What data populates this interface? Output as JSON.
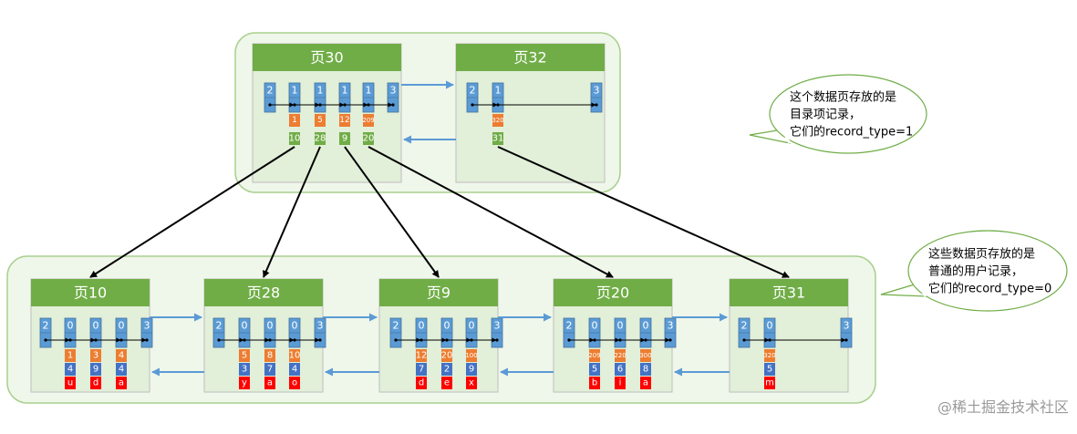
{
  "colors": {
    "group_fill": "#e2efd9",
    "group_stroke": "#a9d08e",
    "page_header": "#70ad47",
    "page_body": "#e2efd9",
    "record_blue": "#5b9bd5",
    "key_orange": "#ed7d31",
    "pageno_green": "#70ad47",
    "c2_blue": "#4472c4",
    "c3_red": "#ff0000",
    "bubble_stroke": "#70ad47",
    "page_link_arrow": "#5b9bd5",
    "pointer_arrow": "#000000"
  },
  "top_pages": [
    {
      "title": "页30",
      "records": [
        {
          "type": "2"
        },
        {
          "type": "1",
          "key": "1",
          "page": "10"
        },
        {
          "type": "1",
          "key": "5",
          "page": "28"
        },
        {
          "type": "1",
          "key": "12",
          "page": "9"
        },
        {
          "type": "1",
          "key": "209",
          "page": "20"
        },
        {
          "type": "3"
        }
      ]
    },
    {
      "title": "页32",
      "records": [
        {
          "type": "2"
        },
        {
          "type": "1",
          "key": "320",
          "page": "31"
        },
        {
          "type": "3"
        }
      ]
    }
  ],
  "leaf_pages": [
    {
      "title": "页10",
      "records": [
        {
          "type": "2"
        },
        {
          "type": "0",
          "c1": "1",
          "c2": "4",
          "c3": "u"
        },
        {
          "type": "0",
          "c1": "3",
          "c2": "9",
          "c3": "d"
        },
        {
          "type": "0",
          "c1": "4",
          "c2": "4",
          "c3": "a"
        },
        {
          "type": "3"
        }
      ]
    },
    {
      "title": "页28",
      "records": [
        {
          "type": "2"
        },
        {
          "type": "0",
          "c1": "5",
          "c2": "3",
          "c3": "y"
        },
        {
          "type": "0",
          "c1": "8",
          "c2": "7",
          "c3": "a"
        },
        {
          "type": "0",
          "c1": "10",
          "c2": "4",
          "c3": "o"
        },
        {
          "type": "3"
        }
      ]
    },
    {
      "title": "页9",
      "records": [
        {
          "type": "2"
        },
        {
          "type": "0",
          "c1": "12",
          "c2": "7",
          "c3": "d"
        },
        {
          "type": "0",
          "c1": "20",
          "c2": "2",
          "c3": "e"
        },
        {
          "type": "0",
          "c1": "100",
          "c2": "9",
          "c3": "x"
        },
        {
          "type": "3"
        }
      ]
    },
    {
      "title": "页20",
      "records": [
        {
          "type": "2"
        },
        {
          "type": "0",
          "c1": "209",
          "c2": "5",
          "c3": "b"
        },
        {
          "type": "0",
          "c1": "220",
          "c2": "6",
          "c3": "i"
        },
        {
          "type": "0",
          "c1": "300",
          "c2": "8",
          "c3": "a"
        },
        {
          "type": "3"
        }
      ]
    },
    {
      "title": "页31",
      "records": [
        {
          "type": "2"
        },
        {
          "type": "0",
          "c1": "320",
          "c2": "5",
          "c3": "m"
        },
        {
          "type": "3"
        }
      ]
    }
  ],
  "callouts": {
    "top": [
      "这个数据页存放的是",
      "目录项记录，",
      "它们的record_type=1"
    ],
    "bottom": [
      "这些数据页存放的是",
      "普通的用户记录，",
      "它们的record_type=0"
    ]
  },
  "watermark": "@稀土掘金技术社区"
}
